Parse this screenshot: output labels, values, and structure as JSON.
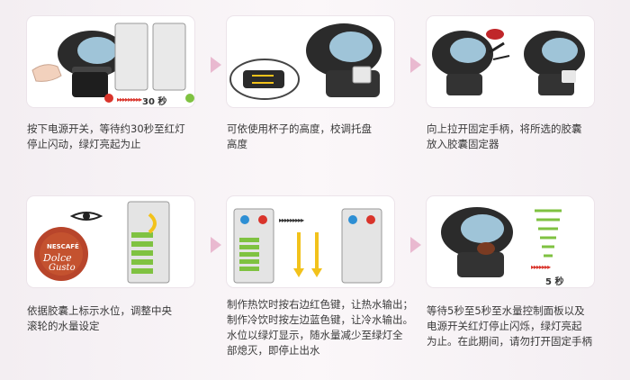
{
  "steps": [
    {
      "caption_lines": [
        "按下电源开关，等待约30秒至红灯",
        "停止闪动，绿灯亮起为止"
      ],
      "timer_label": "30 秒"
    },
    {
      "caption_lines": [
        "可依使用杯子的高度，校调托盘",
        "高度"
      ]
    },
    {
      "caption_lines": [
        "向上拉开固定手柄，将所选的胶囊",
        "放入胶囊固定器"
      ]
    },
    {
      "caption_lines": [
        "依据胶囊上标示水位，调整中央",
        "滚轮的水量设定"
      ],
      "capsule_brand_top": "NESCAFÉ",
      "capsule_brand_main": "Dolce",
      "capsule_brand_sub": "Gusto"
    },
    {
      "caption_lines": [
        "制作热饮时按右边红色键，让热水输出；",
        "制作冷饮时按左边蓝色键，让冷水输出。",
        "水位以绿灯显示，随水量减少至绿灯全",
        "部熄灭，即停止出水"
      ]
    },
    {
      "caption_lines": [
        "等待5秒至5秒至水量控制面板以及",
        "电源开关红灯停止闪烁，绿灯亮起",
        "为止。在此期间，请勿打开固定手柄"
      ],
      "timer_label": "5 秒"
    }
  ],
  "colors": {
    "arrow": "#e9b9d0",
    "green": "#7fc241",
    "red": "#d9342b",
    "blue": "#2d8fd4",
    "dark": "#2b2b2b"
  }
}
